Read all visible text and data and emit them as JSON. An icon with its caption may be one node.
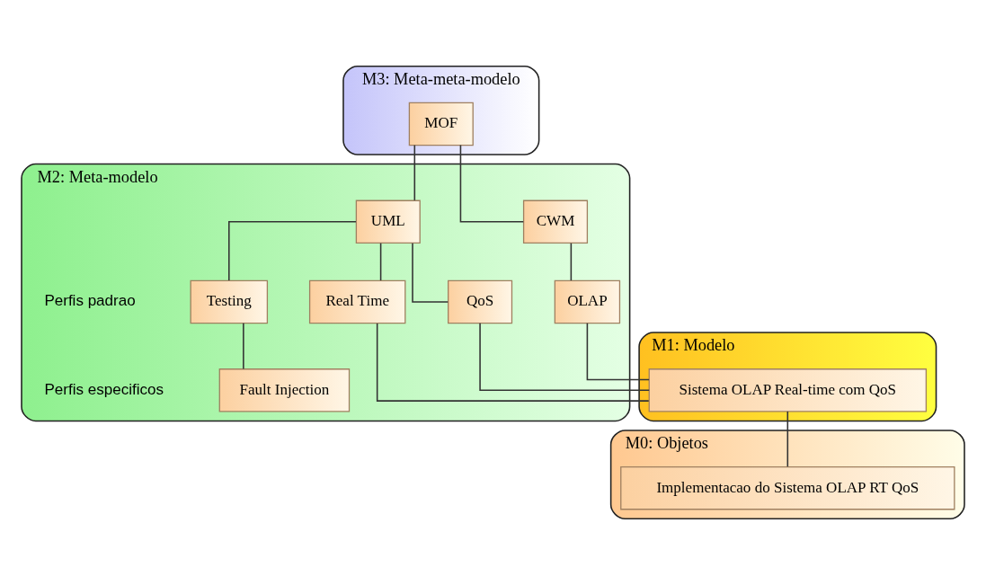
{
  "diagram": {
    "nodes": [
      {
        "text": [
          "M3: Meta-meta-modelo"
        ]
      },
      {
        "text": [
          "MOF"
        ],
        "in": 0
      },
      {
        "text": [
          "M2: Meta-modelo"
        ]
      },
      {
        "text": [
          "UML"
        ],
        "in": 2
      },
      {
        "text": [
          "CWM"
        ],
        "in": 2
      },
      {
        "text": [
          "Testing"
        ],
        "in": 2
      },
      {
        "text": [
          "Real Time"
        ],
        "in": 2
      },
      {
        "text": [
          "QoS"
        ],
        "in": 2
      },
      {
        "text": [
          "OLAP"
        ],
        "in": 2
      },
      {
        "text": [
          "Fault Injection"
        ],
        "in": 2
      },
      {
        "text": [
          "M1: Modelo"
        ]
      },
      {
        "text": [
          "Sistema OLAP Real-time com QoS"
        ],
        "in": 10
      },
      {
        "text": [
          "M0: Objetos"
        ]
      },
      {
        "text": [
          "Implementacao do Sistema OLAP RT QoS"
        ],
        "in": 12
      }
    ],
    "edges": [
      {
        "from": 1,
        "to": 3,
        "arrow": "none"
      },
      {
        "from": 1,
        "to": 4,
        "arrow": "none"
      },
      {
        "from": 3,
        "to": 5,
        "arrow": "none"
      },
      {
        "from": 3,
        "to": 6,
        "arrow": "none"
      },
      {
        "from": 3,
        "to": 7,
        "arrow": "none"
      },
      {
        "from": 4,
        "to": 8,
        "arrow": "none"
      },
      {
        "from": 5,
        "to": 9,
        "arrow": "none"
      },
      {
        "from": 6,
        "to": 11,
        "arrow": "none"
      },
      {
        "from": 7,
        "to": 11,
        "arrow": "none"
      },
      {
        "from": 8,
        "to": 11,
        "arrow": "none"
      },
      {
        "from": 11,
        "to": 13,
        "arrow": "none"
      }
    ],
    "labels": [
      "Perfis padrao",
      "Perfis especificos"
    ]
  }
}
